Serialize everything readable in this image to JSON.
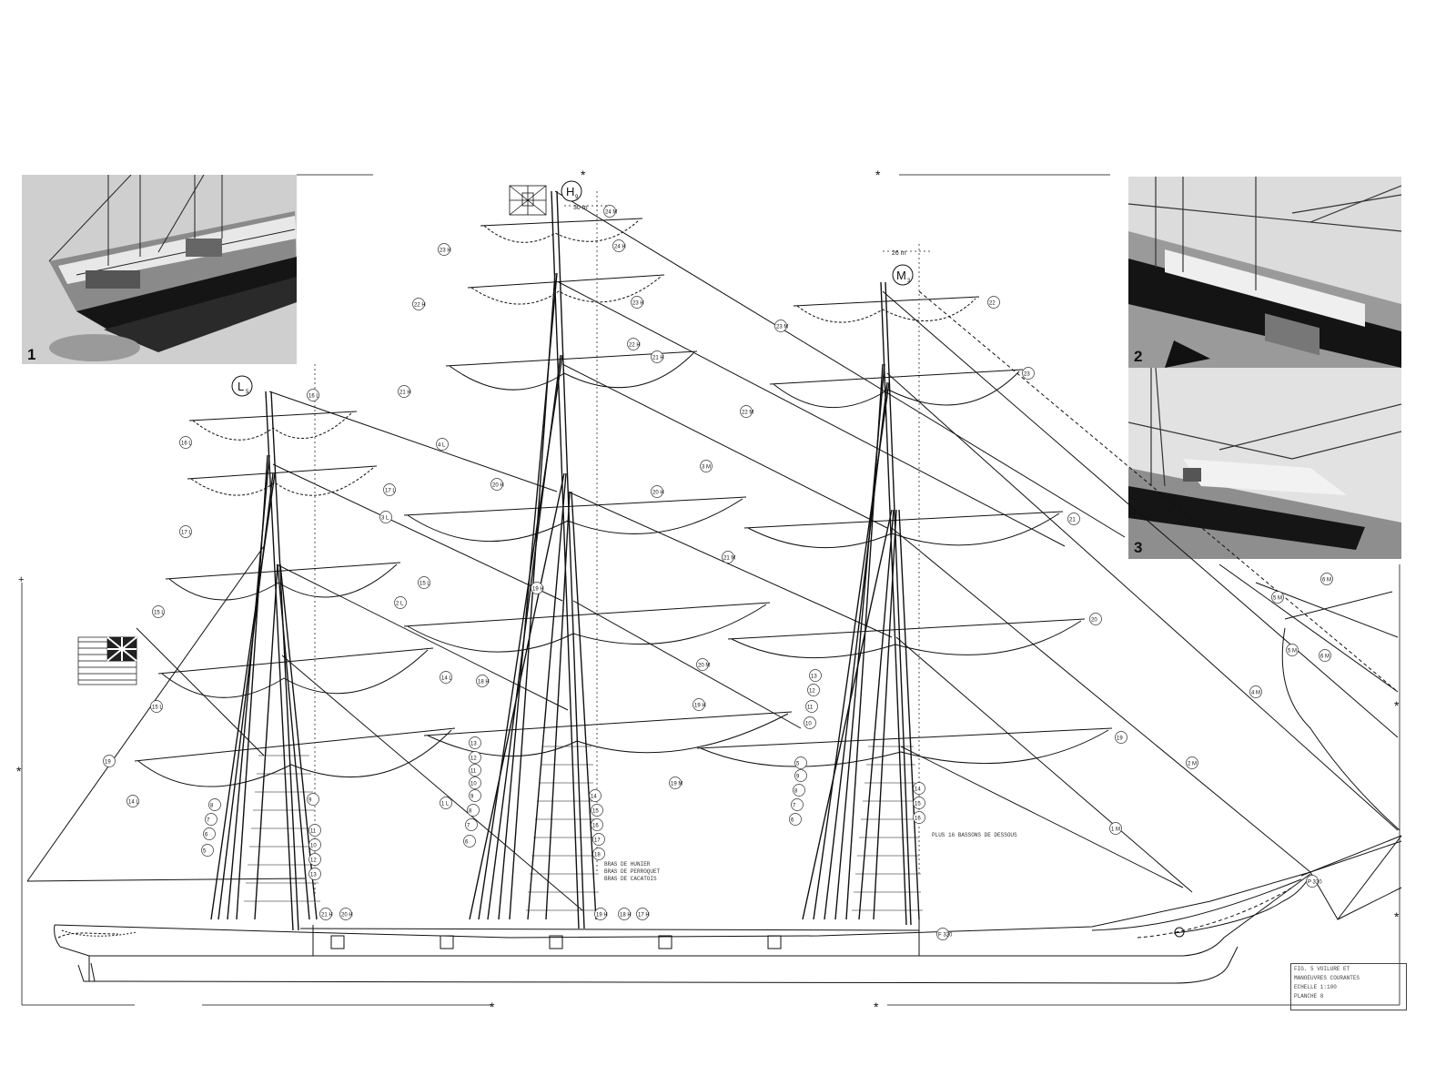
{
  "photos": [
    {
      "number": "1",
      "description_icon": "stern-deck-photo"
    },
    {
      "number": "2",
      "description_icon": "midship-deck-photo"
    },
    {
      "number": "3",
      "description_icon": "bow-deck-photo"
    }
  ],
  "mast_labels": {
    "mizzen": "L",
    "mizzen_sub": "5",
    "main": "H",
    "main_sub": "9",
    "fore": "M",
    "fore_sub": "3"
  },
  "dimensions": {
    "main_top": "30 m",
    "fore_top": "26 m"
  },
  "mizzen_yard_labels": [
    "16 L",
    "16 L",
    "17 L",
    "17 L",
    "15 L",
    "15 L",
    "14 L",
    "14 L",
    "15 L",
    "19"
  ],
  "main_yard_labels": [
    "24 M",
    "24 H",
    "23 H",
    "23 H",
    "22 H",
    "22 H",
    "21 H",
    "21 H",
    "20 H",
    "20 H",
    "19 H",
    "19 H",
    "18 H"
  ],
  "fore_yard_labels": [
    "23 M",
    "22",
    "23",
    "22 M",
    "21",
    "21 M",
    "20",
    "20 M",
    "19",
    "19 M"
  ],
  "stay_labels": [
    "4 L",
    "3 L",
    "2 L",
    "1 L",
    "3 M",
    "2 M",
    "1 M",
    "4 M",
    "5 M",
    "6 M",
    "5 M",
    "6 M"
  ],
  "shroud_numbers_left": [
    "8",
    "7",
    "6",
    "5",
    "9",
    "11",
    "10",
    "12",
    "13"
  ],
  "shroud_numbers_main": [
    "14",
    "15",
    "16",
    "17",
    "18",
    "13",
    "12",
    "11",
    "10",
    "9",
    "8",
    "7",
    "6"
  ],
  "shroud_numbers_fore": [
    "13",
    "12",
    "11",
    "10",
    "9",
    "8",
    "7",
    "6",
    "5",
    "14",
    "15",
    "16"
  ],
  "notes": {
    "fore_note": "PLUS 16 BASSONS DE DESSOUS",
    "main_note_1": "BRAS DE HUNIER",
    "main_note_2": "BRAS DE PERROQUET",
    "main_note_3": "BRAS DE CACATOIS"
  },
  "legend": {
    "line1": "FIG. 5 VOILURE ET",
    "line2": "MANOEUVRES COURANTES",
    "line3": "ECHELLE 1:100",
    "line4": "PLANCHE 8"
  },
  "deck_labels": [
    "21 H",
    "20 H",
    "19 H",
    "18 H",
    "17 H",
    "F 320",
    "P 320"
  ]
}
